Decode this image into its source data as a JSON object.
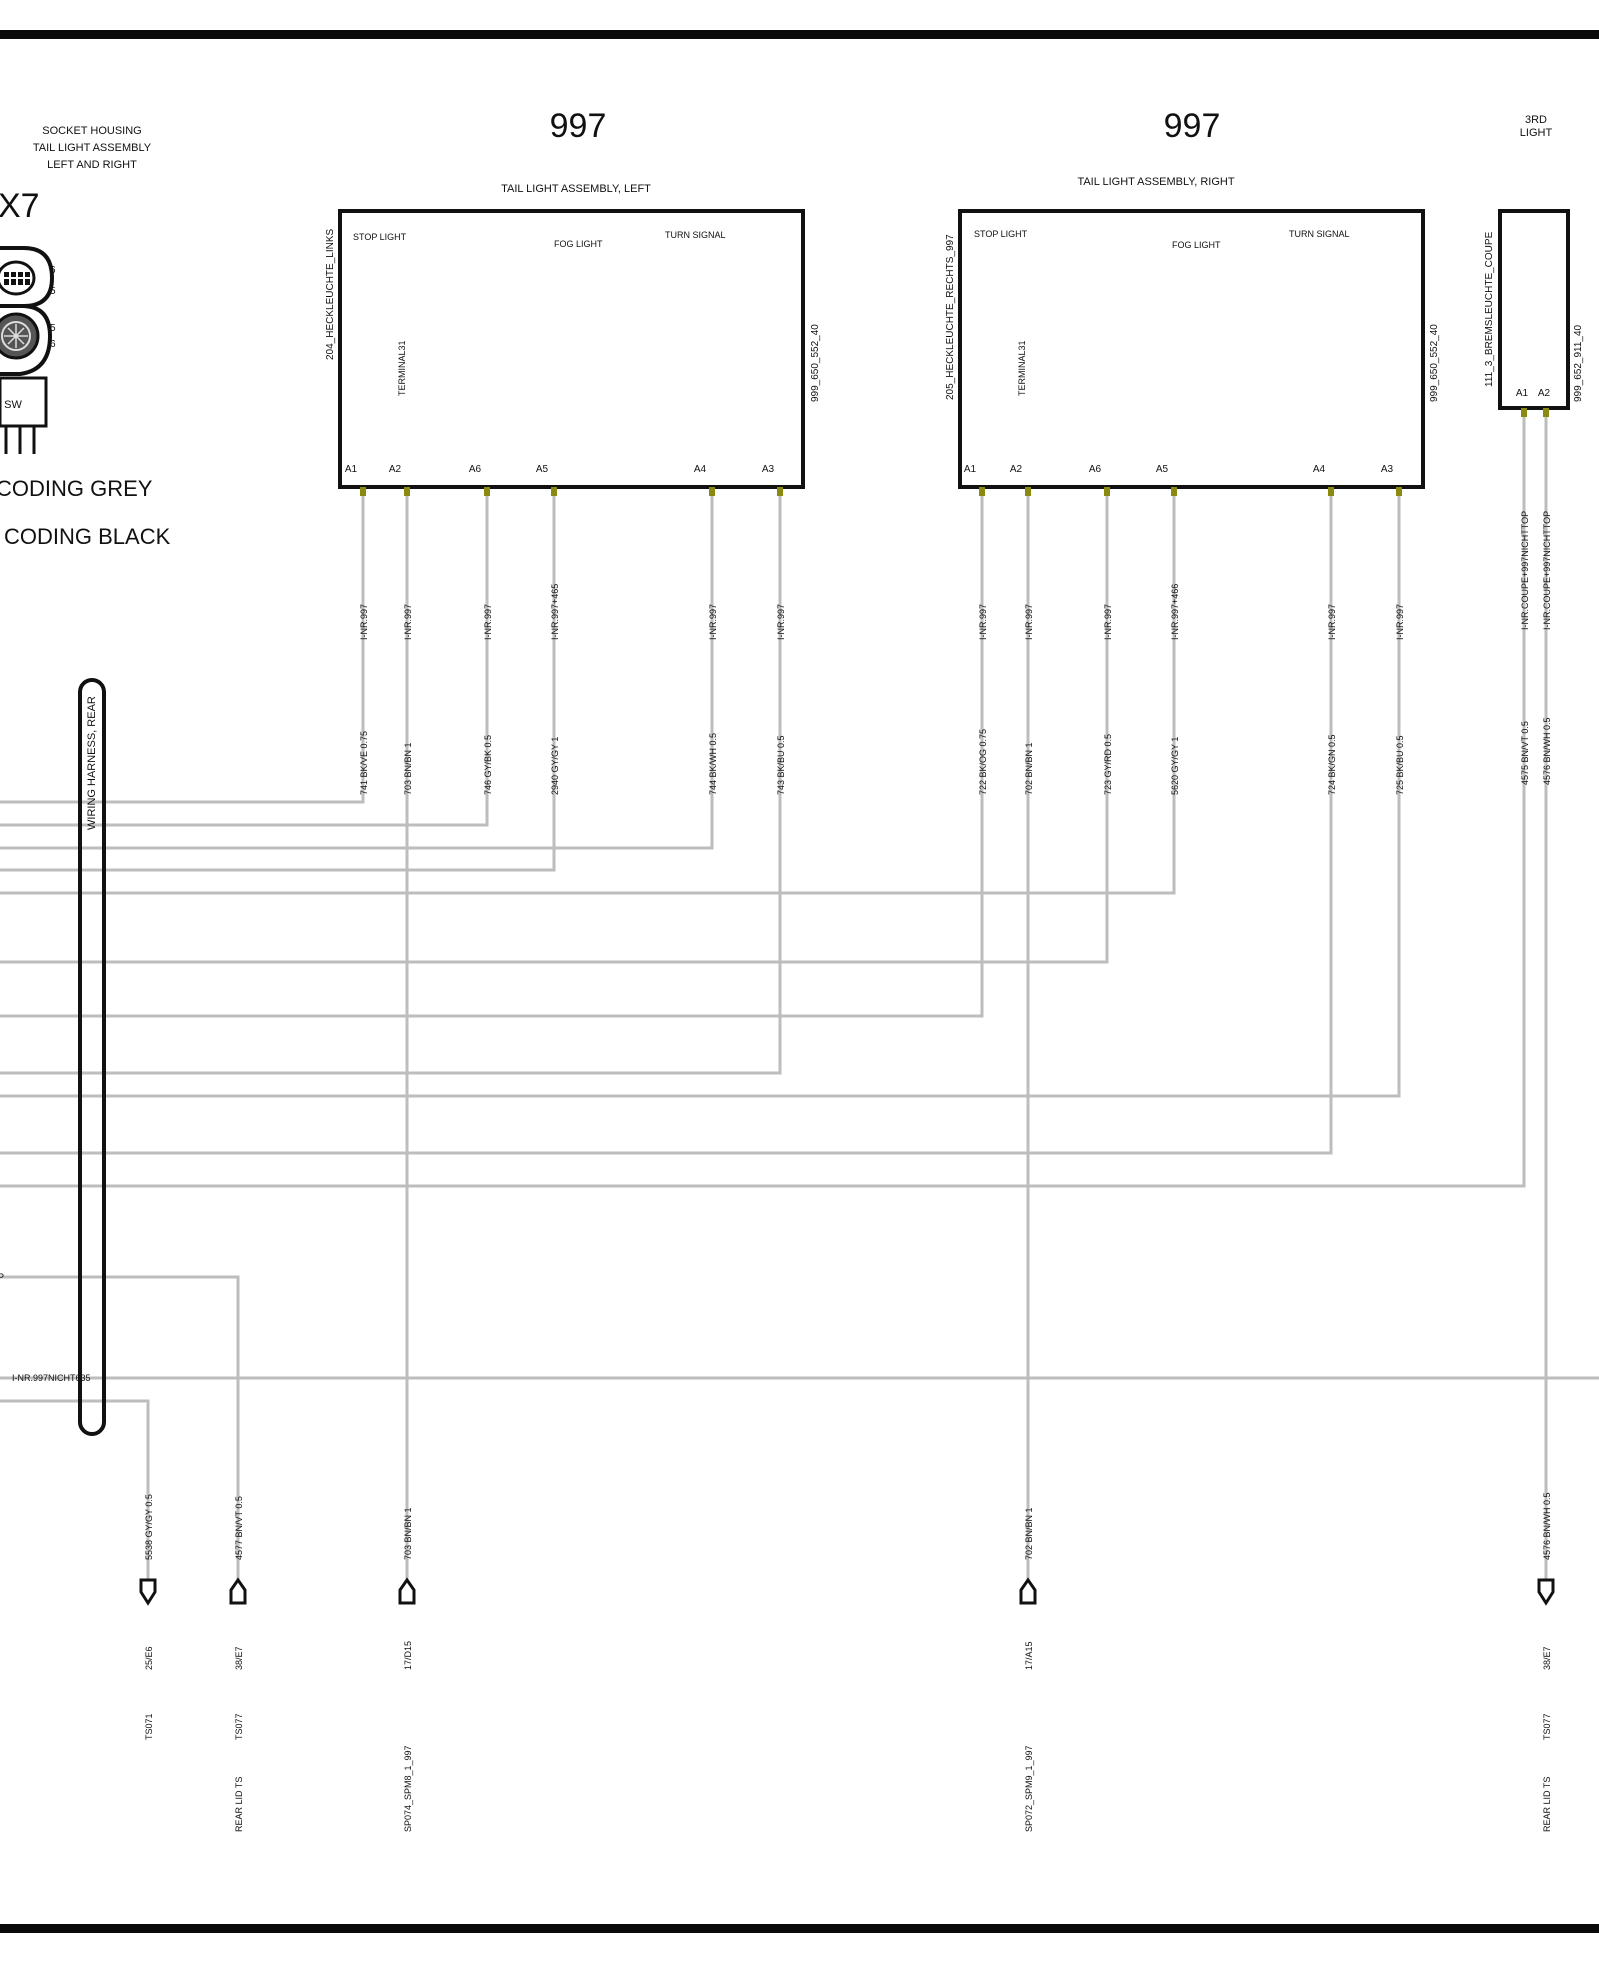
{
  "socket": {
    "title_lines": [
      "SOCKET HOUSING",
      "TAIL LIGHT ASSEMBLY",
      "LEFT AND RIGHT"
    ],
    "id": "X7",
    "pin_numbers": [
      "6",
      "5",
      "5",
      "6"
    ],
    "sw_label": "SW",
    "coding_grey": "CODING GREY",
    "coding_black": "CODING BLACK"
  },
  "harness": {
    "label": "WIRING HARNESS, REAR"
  },
  "components": [
    {
      "number": "997",
      "title": "TAIL LIGHT ASSEMBLY, LEFT",
      "left_label": "204_HECKLEUCHTE_LINKS",
      "right_label": "999_650_552_40",
      "functions": [
        "STOP LIGHT",
        "FOG LIGHT",
        "TURN SIGNAL"
      ],
      "terminal": "TERMINAL31",
      "pins": [
        {
          "pin": "A1",
          "inr": "I-NR.997",
          "wire": "741 BK/VE 0.75"
        },
        {
          "pin": "A2",
          "inr": "I-NR.997",
          "wire": "703 BN/BN 1"
        },
        {
          "pin": "A6",
          "inr": "I-NR.997",
          "wire": "746 GY/BK 0.5"
        },
        {
          "pin": "A5",
          "inr": "I-NR.997+465",
          "wire": "2940 GY/GY 1"
        },
        {
          "pin": "A4",
          "inr": "I-NR.997",
          "wire": "744 BK/WH 0.5"
        },
        {
          "pin": "A3",
          "inr": "I-NR.997",
          "wire": "743 BK/BU 0.5"
        }
      ]
    },
    {
      "number": "997",
      "title": "TAIL LIGHT ASSEMBLY, RIGHT",
      "left_label": "205_HECKLEUCHTE_RECHTS_997",
      "right_label": "999_650_552_40",
      "functions": [
        "STOP LIGHT",
        "FOG LIGHT",
        "TURN SIGNAL"
      ],
      "terminal": "TERMINAL31",
      "pins": [
        {
          "pin": "A1",
          "inr": "I-NR.997",
          "wire": "722 BK/OG 0.75"
        },
        {
          "pin": "A2",
          "inr": "I-NR.997",
          "wire": "702 BN/BN 1"
        },
        {
          "pin": "A6",
          "inr": "I-NR.997",
          "wire": "723 GY/RD 0.5"
        },
        {
          "pin": "A5",
          "inr": "I-NR.997+466",
          "wire": "5620 GY/GY 1"
        },
        {
          "pin": "A4",
          "inr": "I-NR.997",
          "wire": "724 BK/GN 0.5"
        },
        {
          "pin": "A3",
          "inr": "I-NR.997",
          "wire": "725 BK/BU 0.5"
        }
      ]
    },
    {
      "title_lines": [
        "3RD",
        "LIGHT"
      ],
      "left_label": "111_3_BREMSLEUCHTE_COUPE",
      "right_label": "999_652_911_40",
      "pins": [
        {
          "pin": "A1",
          "inr": "I-NR.COUPE+997NICHTTOP",
          "wire": "4575 BN/VT 0.5"
        },
        {
          "pin": "A2",
          "inr": "I-NR.COUPE+997NICHTTOP",
          "wire": "4576 BN/WH 0.5"
        }
      ]
    }
  ],
  "bus_label": "I-NR.997NICHT635",
  "left_edge_fragment": "P",
  "connectors": [
    {
      "wire": "5538 GY/GY 0.5",
      "ref": "25/E6",
      "id": "TS071",
      "name": ""
    },
    {
      "wire": "4577 BN/VT 0.5",
      "ref": "38/E7",
      "id": "TS077",
      "name": "REAR LID TS"
    },
    {
      "wire": "703 BN/BN 1",
      "ref": "17/D15",
      "id": "",
      "name": "SP074_SPM8_1_997"
    },
    {
      "wire": "702 BN/BN 1",
      "ref": "17/A15",
      "id": "",
      "name": "SP072_SPM9_1_997"
    },
    {
      "wire": "4576 BN/WH 0.5",
      "ref": "38/E7",
      "id": "TS077",
      "name": "REAR LID TS"
    }
  ]
}
